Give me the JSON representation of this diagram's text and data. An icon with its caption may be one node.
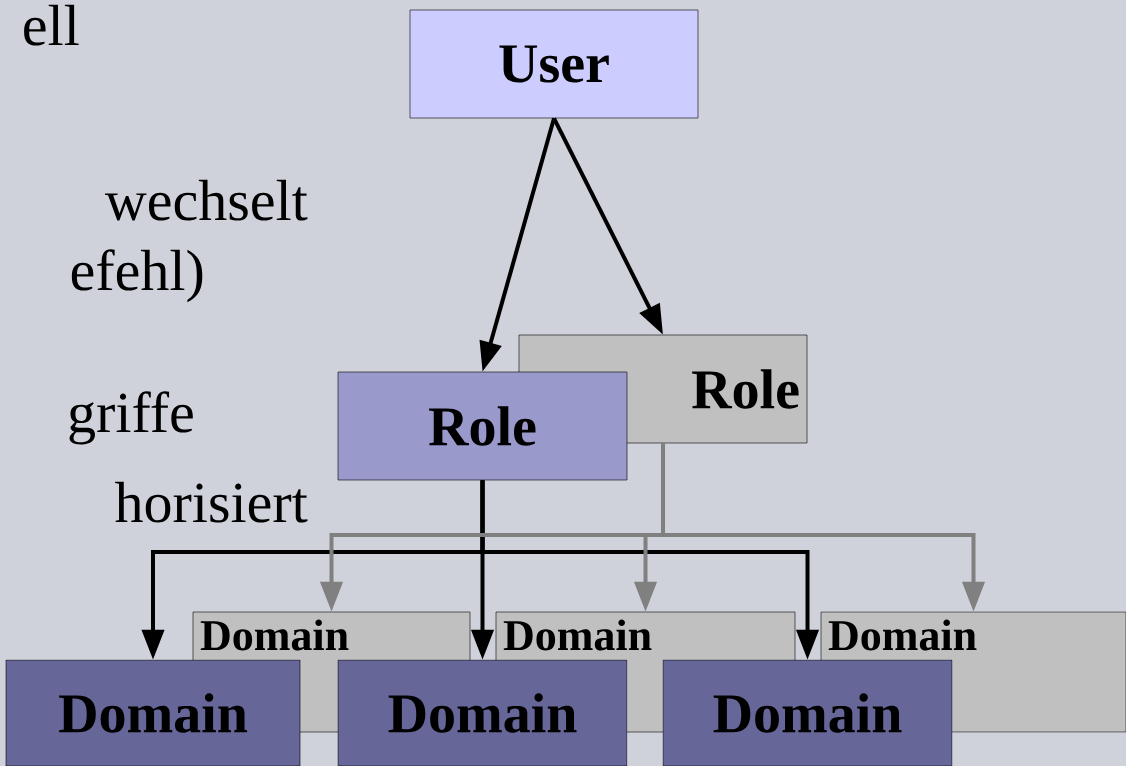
{
  "diagram": {
    "nodes": [
      {
        "text": [
          "User"
        ]
      },
      {
        "text": [
          "Role"
        ]
      },
      {
        "text": [
          "Role"
        ]
      },
      {
        "text": [
          "Domain"
        ]
      },
      {
        "text": [
          "Domain"
        ]
      },
      {
        "text": [
          "Domain"
        ]
      },
      {
        "text": [
          "Domain"
        ]
      },
      {
        "text": [
          "Domain"
        ]
      },
      {
        "text": [
          "Domain"
        ]
      }
    ],
    "edges": [
      {
        "from": 0,
        "to": 2,
        "arrow": "to"
      },
      {
        "from": 0,
        "to": 1,
        "arrow": "to"
      },
      {
        "from": 2,
        "to": 6,
        "arrow": "to"
      },
      {
        "from": 2,
        "to": 7,
        "arrow": "to"
      },
      {
        "from": 2,
        "to": 8,
        "arrow": "to"
      },
      {
        "from": 1,
        "to": 3,
        "arrow": "to",
        "color": "#808080"
      },
      {
        "from": 1,
        "to": 4,
        "arrow": "to",
        "color": "#808080"
      },
      {
        "from": 1,
        "to": 5,
        "arrow": "to",
        "color": "#808080"
      }
    ],
    "labels": [
      "ell",
      "wechselt",
      "efehl)",
      "griffe",
      "horisiert"
    ]
  }
}
